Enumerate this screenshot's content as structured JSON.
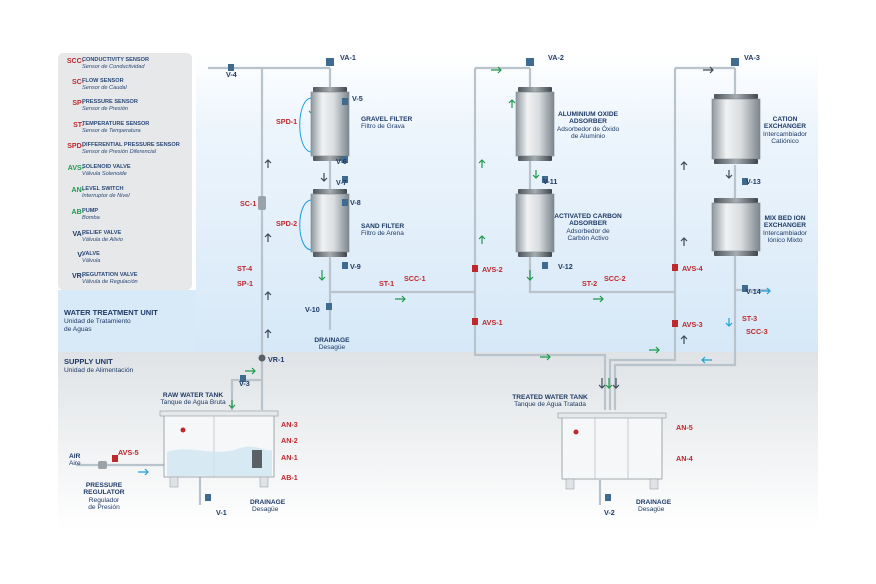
{
  "legend": [
    {
      "code": "SCC-",
      "en": "CONDUCTIVITY SENSOR",
      "es": "Sensor de Conductividad",
      "color": "#c0282d"
    },
    {
      "code": "SC-",
      "en": "FLOW SENSOR",
      "es": "Sensor de Caudal",
      "color": "#c0282d"
    },
    {
      "code": "SP-",
      "en": "PRESSURE SENSOR",
      "es": "Sensor de Presión",
      "color": "#c0282d"
    },
    {
      "code": "ST-",
      "en": "TEMPERATURE SENSOR",
      "es": "Sensor de Temperatura",
      "color": "#c0282d"
    },
    {
      "code": "SPD-",
      "en": "DIFFERENTIAL PRESSURE SENSOR",
      "es": "Sensor de Presión Diferencial",
      "color": "#c0282d"
    },
    {
      "code": "AVS-",
      "en": "SOLENOID VALVE",
      "es": "Válvula Solenoide",
      "color": "#1e9a4a"
    },
    {
      "code": "AN-",
      "en": "LEVEL SWITCH",
      "es": "Interruptor de Nivel",
      "color": "#1e9a4a"
    },
    {
      "code": "AB-",
      "en": "PUMP",
      "es": "Bomba",
      "color": "#1e9a4a"
    },
    {
      "code": "VA-",
      "en": "RELIEF VALVE",
      "es": "Válvula de Alivio",
      "color": "#1e3a66"
    },
    {
      "code": "V-",
      "en": "VALVE",
      "es": "Válvula",
      "color": "#1e3a66"
    },
    {
      "code": "VR-",
      "en": "REGUTATION VALVE",
      "es": "Válvula de Regulación",
      "color": "#1e3a66"
    }
  ],
  "units": {
    "treatment_en": "WATER TREATMENT UNIT",
    "treatment_es1": "Unidad de Tratamiento",
    "treatment_es2": "de Aguas",
    "supply_en": "SUPPLY UNIT",
    "supply_es": "Unidad de Alimentación"
  },
  "vessels": {
    "gravel": {
      "l1": "GRAVEL FILTER",
      "l2": "Filtro de Grava"
    },
    "sand": {
      "l1": "SAND FILTER",
      "l2": "Filtro de Arena"
    },
    "alox": {
      "l1": "ALUMINIUM OXIDE",
      "l2": "ADSORBER",
      "l3": "Adsorbedor de Óxido",
      "l4": "de Aluminio"
    },
    "carbon": {
      "l1": "ACTIVATED CARBON",
      "l2": "ADSORBER",
      "l3": "Adsorbedor de",
      "l4": "Carbón Activo"
    },
    "cation": {
      "l1": "CATION",
      "l2": "EXCHANGER",
      "l3": "Intercambiador",
      "l4": "Catiónico"
    },
    "mixbed": {
      "l1": "MIX BED ION",
      "l2": "EXCHANGER",
      "l3": "Intercambiador",
      "l4": "Iónico Mixto"
    }
  },
  "tanks": {
    "raw_l1": "RAW WATER TANK",
    "raw_l2": "Tanque de Agua Bruta",
    "treated_l1": "TREATED WATER TANK",
    "treated_l2": "Tanque de Agua Tratada"
  },
  "labels": {
    "drainage": "DRAINAGE",
    "drainage_es": "Desagüe",
    "air": "AIR",
    "air_es": "Aire",
    "pressure_regulator_1": "PRESSURE",
    "pressure_regulator_2": "REGULATOR",
    "pressure_regulator_3": "Regulador",
    "pressure_regulator_4": "de Presión"
  },
  "tags": {
    "va1": "VA-1",
    "va2": "VA-2",
    "va3": "VA-3",
    "v4": "V-4",
    "v5": "V-5",
    "v6": "V-6",
    "v7": "V-7",
    "v8": "V-8",
    "v9": "V-9",
    "v10": "V-10",
    "v11": "V-11",
    "v12": "V-12",
    "v13": "V-13",
    "v14": "V-14",
    "v3": "V-3",
    "v1": "V-1",
    "v2": "V-2",
    "vr1": "VR-1",
    "spd1": "SPD-1",
    "spd2": "SPD-2",
    "sc1": "SC-1",
    "st4": "ST-4",
    "sp1": "SP-1",
    "st1": "ST-1",
    "st2": "ST-2",
    "st3": "ST-3",
    "scc1": "SCC-1",
    "scc2": "SCC-2",
    "scc3": "SCC-3",
    "avs1": "AVS-1",
    "avs2": "AVS-2",
    "avs3": "AVS-3",
    "avs4": "AVS-4",
    "avs5": "AVS-5",
    "an1": "AN-1",
    "an2": "AN-2",
    "an3": "AN-3",
    "an4": "AN-4",
    "an5": "AN-5",
    "ab1": "AB-1"
  }
}
